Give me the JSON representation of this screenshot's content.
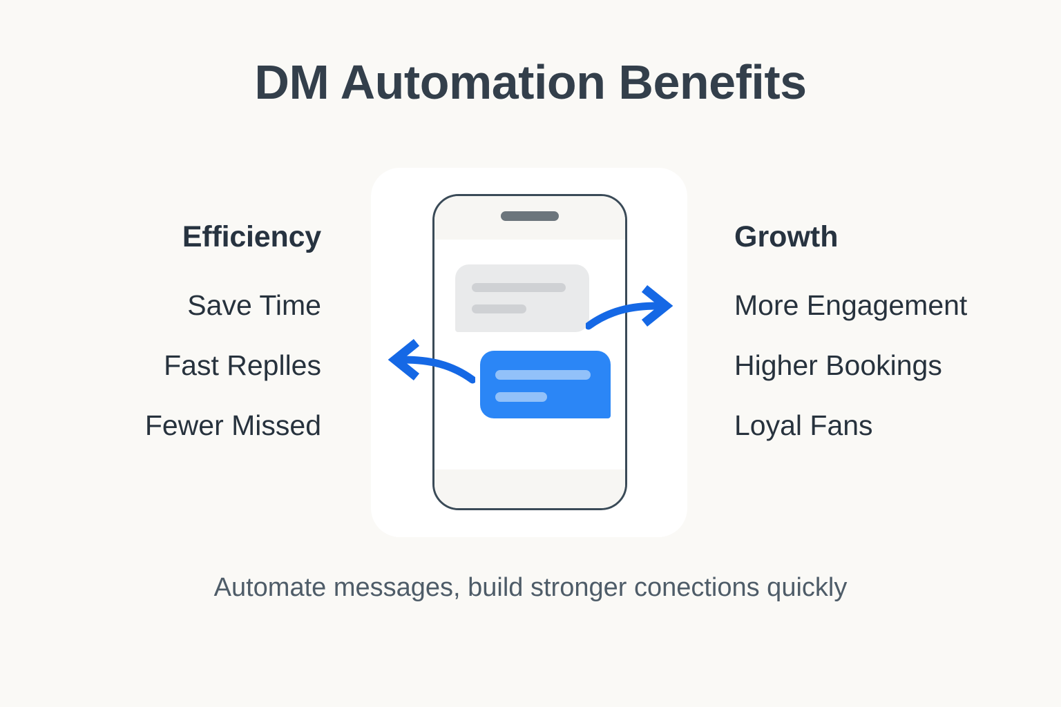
{
  "title": "DM Automation Benefits",
  "caption": "Automate messages, build stronger conections quickly",
  "columns": {
    "left": {
      "heading": "Efficiency",
      "items": [
        "Save Time",
        "Fast Replles",
        "Fewer Missed"
      ]
    },
    "right": {
      "heading": "Growth",
      "items": [
        "More Engagement",
        "Higher Bookings",
        "Loyal Fans"
      ]
    }
  },
  "illustration": {
    "device": "smartphone",
    "incoming_bubble": "grey-message-bubble",
    "outgoing_bubble": "blue-message-bubble",
    "arrow_left": "curved-arrow-left",
    "arrow_right": "curved-arrow-right"
  },
  "colors": {
    "background": "#FAF9F6",
    "card": "#FFFFFF",
    "title_text": "#333F4B",
    "body_text": "#27323D",
    "caption_text": "#4E5C68",
    "accent_blue": "#2B86F6",
    "arrow_blue": "#1568E5",
    "bubble_grey": "#E9EAEB",
    "phone_outline": "#3A4A57"
  }
}
